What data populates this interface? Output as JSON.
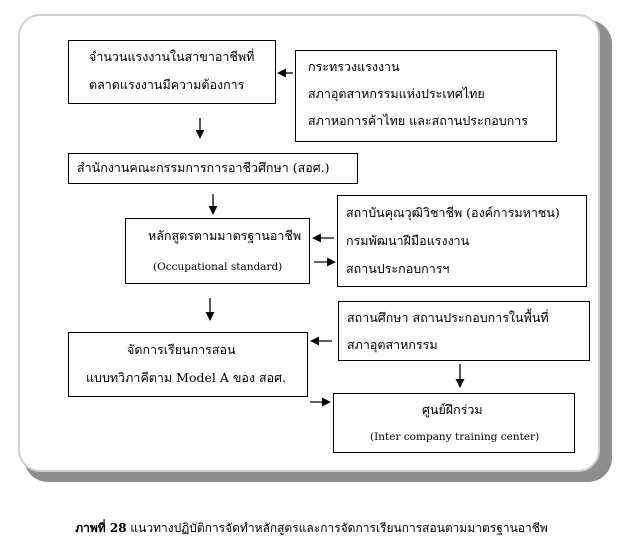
{
  "boxes": {
    "demand": {
      "lines": [
        "จำนวนแรงงานในสาขาอาชีพที่",
        "ตลาดแรงงานมีความต้องการ"
      ]
    },
    "sources": {
      "lines": [
        "กระทรวงแรงงาน",
        "สภาอุตสาหกรรมแห่งประเทศไทย",
        "สภาหอการค้าไทย และสถานประกอบการ"
      ]
    },
    "ovec": {
      "lines": [
        "สำนักงานคณะกรรมการการอาชีวศึกษา (สอศ.)"
      ]
    },
    "curriculum": {
      "lines": [
        "หลักสูตรตามมาตรฐานอาชีพ",
        "(Occupational standard)"
      ]
    },
    "institutes": {
      "lines": [
        "สถาบันคุณวุฒิวิชาชีพ (องค์การมหาชน)",
        "กรมพัฒนาฝีมือแรงงาน",
        "สถานประกอบการฯ"
      ]
    },
    "schools": {
      "lines": [
        "สถานศึกษา สถานประกอบการในพื้นที่",
        "สภาอุตสาหกรรม"
      ]
    },
    "teaching": {
      "lines": [
        "จัดการเรียนการสอน",
        "แบบทวิภาคีตาม Model A ของ สอศ."
      ]
    },
    "center": {
      "lines": [
        "ศูนย์ฝึกร่วม",
        "(Inter company training center)"
      ]
    }
  },
  "caption": {
    "label": "ภาพที่ 28",
    "text": "แนวทางปฏิบัติการจัดทำหลักสูตรและการจัดการเรียนการสอนตามมาตรฐานอาชีพ"
  }
}
